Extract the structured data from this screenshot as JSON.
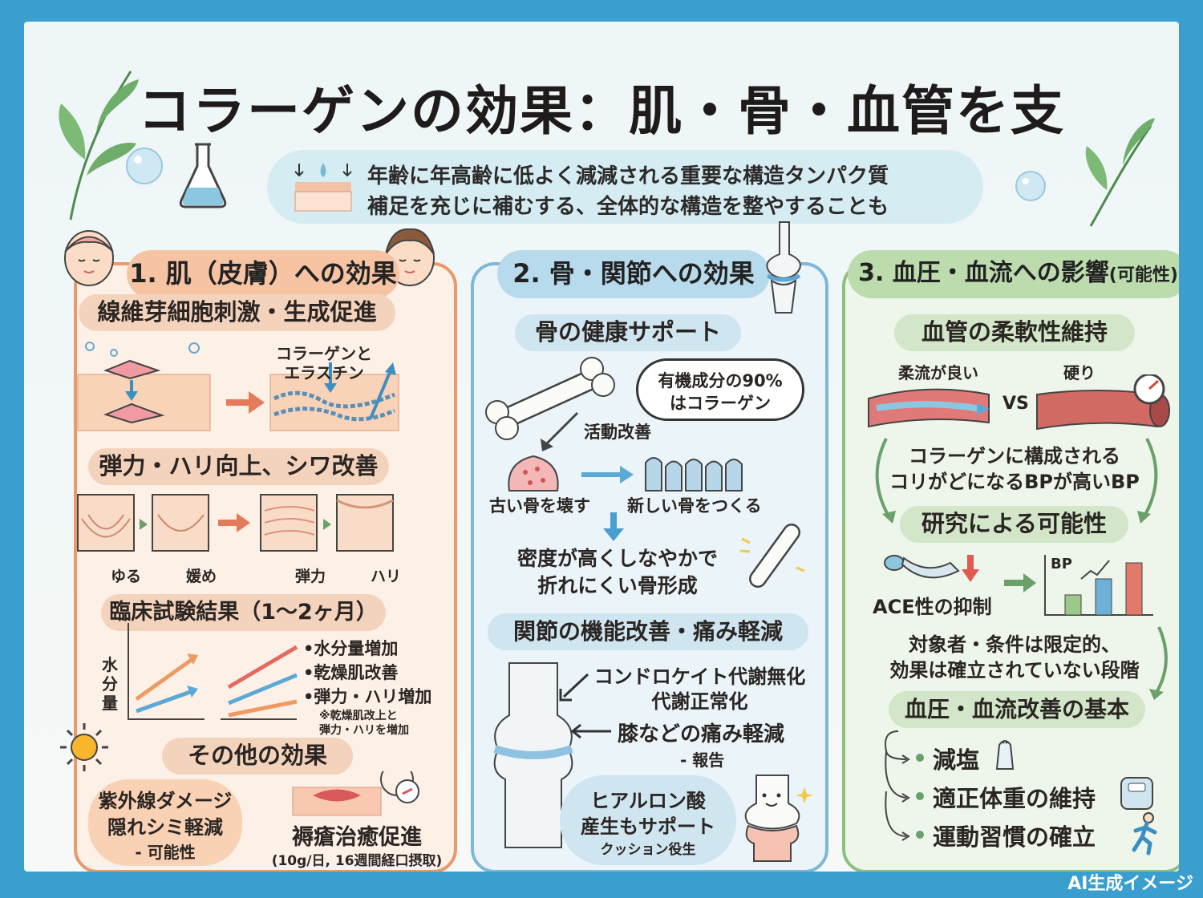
{
  "title": "コラーゲンの効果：肌・骨・血管を支える",
  "intro": {
    "line1": "年齢に年高齢に低よく減減される重要な構造タンパク質",
    "line2": "補足を充じに補むする、全体的な構造を整やすることも"
  },
  "skin": {
    "header": "1. 肌（皮膚）への効果",
    "sec1": "線維芽細胞刺激・生成促進",
    "collagen_label_1": "コラーゲンと",
    "collagen_label_2": "エラスチン",
    "sec2": "弾力・ハリ向上、シワ改善",
    "stage_labels": [
      "ゆる",
      "媛め",
      "弾力",
      "ハリ"
    ],
    "sec3": "臨床試験結果（1〜2ヶ月）",
    "y_axis": "水分量",
    "results": [
      "•水分量増加",
      "•乾燥肌改善",
      "•弾力・ハリ増加"
    ],
    "note_1": "※乾燥肌改上と",
    "note_2": "弾力・ハリを増加",
    "sec4": "その他の効果",
    "uv_1": "紫外線ダメージ",
    "uv_2": "隠れシミ軽減",
    "uv_3": "- 可能性",
    "wound": "褥瘡治癒促進",
    "wound_note": "(10g/日, 16週間経口摂取)"
  },
  "bone": {
    "header": "2. 骨・関節への効果",
    "sec1": "骨の健康サポート",
    "bubble_1": "有機成分の90%",
    "bubble_2": "はコラーゲン",
    "activity": "活動改善",
    "old_bone": "古い骨を壊す",
    "new_bone": "新しい骨をつくる",
    "result_1": "密度が高くしなやかで",
    "result_2": "折れにくい骨形成",
    "sec2": "関節の機能改善・痛み軽減",
    "chondro_1": "コンドロケイト代謝無化",
    "chondro_2": "代謝正常化",
    "knee_1": "膝などの痛み軽減",
    "knee_2": "- 報告",
    "hyal_1": "ヒアルロン酸",
    "hyal_2": "産生もサポート",
    "hyal_3": "クッション役生"
  },
  "blood": {
    "header": "3. 血圧・血流への影響",
    "header_small": "(可能性)",
    "sec1": "血管の柔軟性維持",
    "flexible": "柔流が良い",
    "stiff": "硬り",
    "vs": "VS",
    "desc_1": "コラーゲンに構成される",
    "desc_2": "コリがどになるBPが高いBP",
    "sec2": "研究による可能性",
    "ace": "ACE性の抑制",
    "bp": "BP",
    "limit_1": "対象者・条件は限定的、",
    "limit_2": "効果は確立されていない段階",
    "sec3": "血圧・血流改善の基本",
    "basics": [
      "減塩",
      "適正体重の維持",
      "運動習慣の確立"
    ]
  },
  "watermark": "AI生成イメージ",
  "colors": {
    "frame": "#3a9fcf",
    "skin": "#e89a6c",
    "bone": "#7fb7d6",
    "blood": "#8fbf83"
  }
}
